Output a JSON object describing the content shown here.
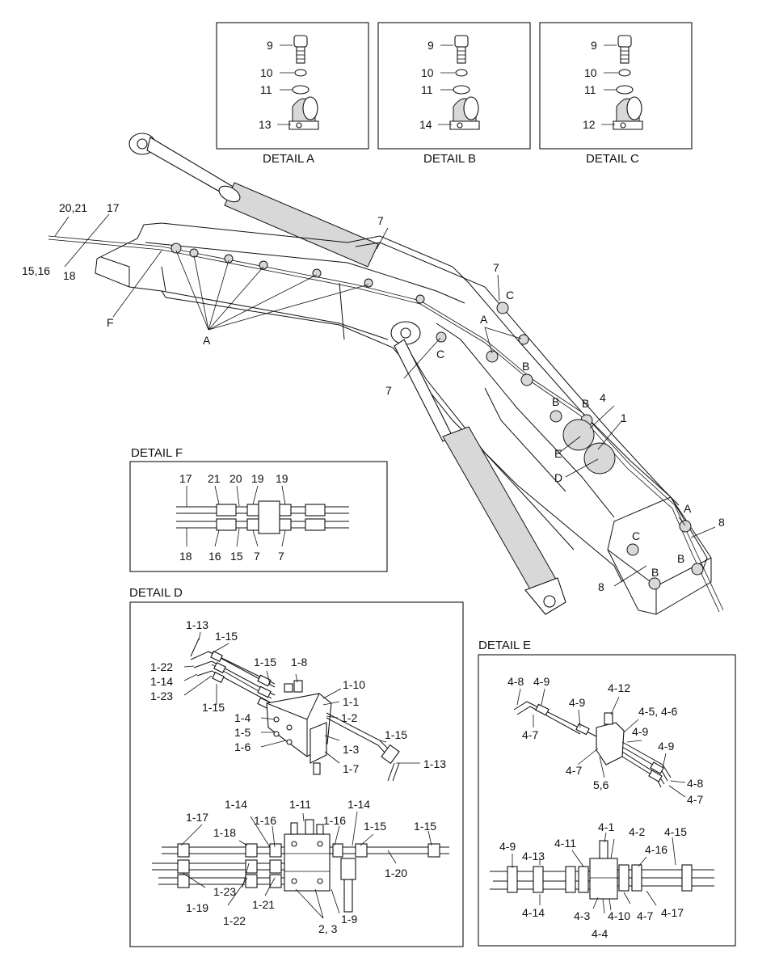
{
  "detail_a": {
    "title": "DETAIL A",
    "labels": [
      "9",
      "10",
      "11",
      "13"
    ]
  },
  "detail_b": {
    "title": "DETAIL B",
    "labels": [
      "9",
      "10",
      "11",
      "14"
    ]
  },
  "detail_c": {
    "title": "DETAIL C",
    "labels": [
      "9",
      "10",
      "11",
      "12"
    ]
  },
  "main": {
    "labels": [
      "20,21",
      "17",
      "15,16",
      "18",
      "F",
      "A",
      "7",
      "7",
      "C",
      "C",
      "A",
      "7",
      "B",
      "B",
      "B",
      "4",
      "1",
      "E",
      "D",
      "A",
      "8",
      "C",
      "B",
      "8",
      "B"
    ]
  },
  "detail_f": {
    "title": "DETAIL F",
    "top_labels": [
      "17",
      "21",
      "20",
      "19",
      "19"
    ],
    "bottom_labels": [
      "18",
      "16",
      "15",
      "7",
      "7"
    ]
  },
  "detail_d": {
    "title": "DETAIL D",
    "upper_labels": [
      "1-13",
      "1-15",
      "1-22",
      "1-14",
      "1-23",
      "1-15",
      "1-15",
      "1-8",
      "1-10",
      "1-1",
      "1-2",
      "1-4",
      "1-5",
      "1-6",
      "1-3",
      "1-7",
      "1-15",
      "1-13"
    ],
    "lower_labels": [
      "1-14",
      "1-11",
      "1-14",
      "1-17",
      "1-18",
      "1-16",
      "1-16",
      "1-15",
      "1-15",
      "1-20",
      "1-19",
      "1-23",
      "1-22",
      "1-21",
      "2, 3",
      "1-9"
    ]
  },
  "detail_e": {
    "title": "DETAIL E",
    "upper_labels": [
      "4-8",
      "4-9",
      "4-9",
      "4-12",
      "4-5, 4-6",
      "4-7",
      "4-9",
      "4-7",
      "5,6",
      "4-9",
      "4-8",
      "4-7"
    ],
    "lower_labels": [
      "4-1",
      "4-2",
      "4-15",
      "4-9",
      "4-11",
      "4-16",
      "4-13",
      "4-14",
      "4-3",
      "4-10",
      "4-17",
      "4-7",
      "4-4"
    ]
  }
}
